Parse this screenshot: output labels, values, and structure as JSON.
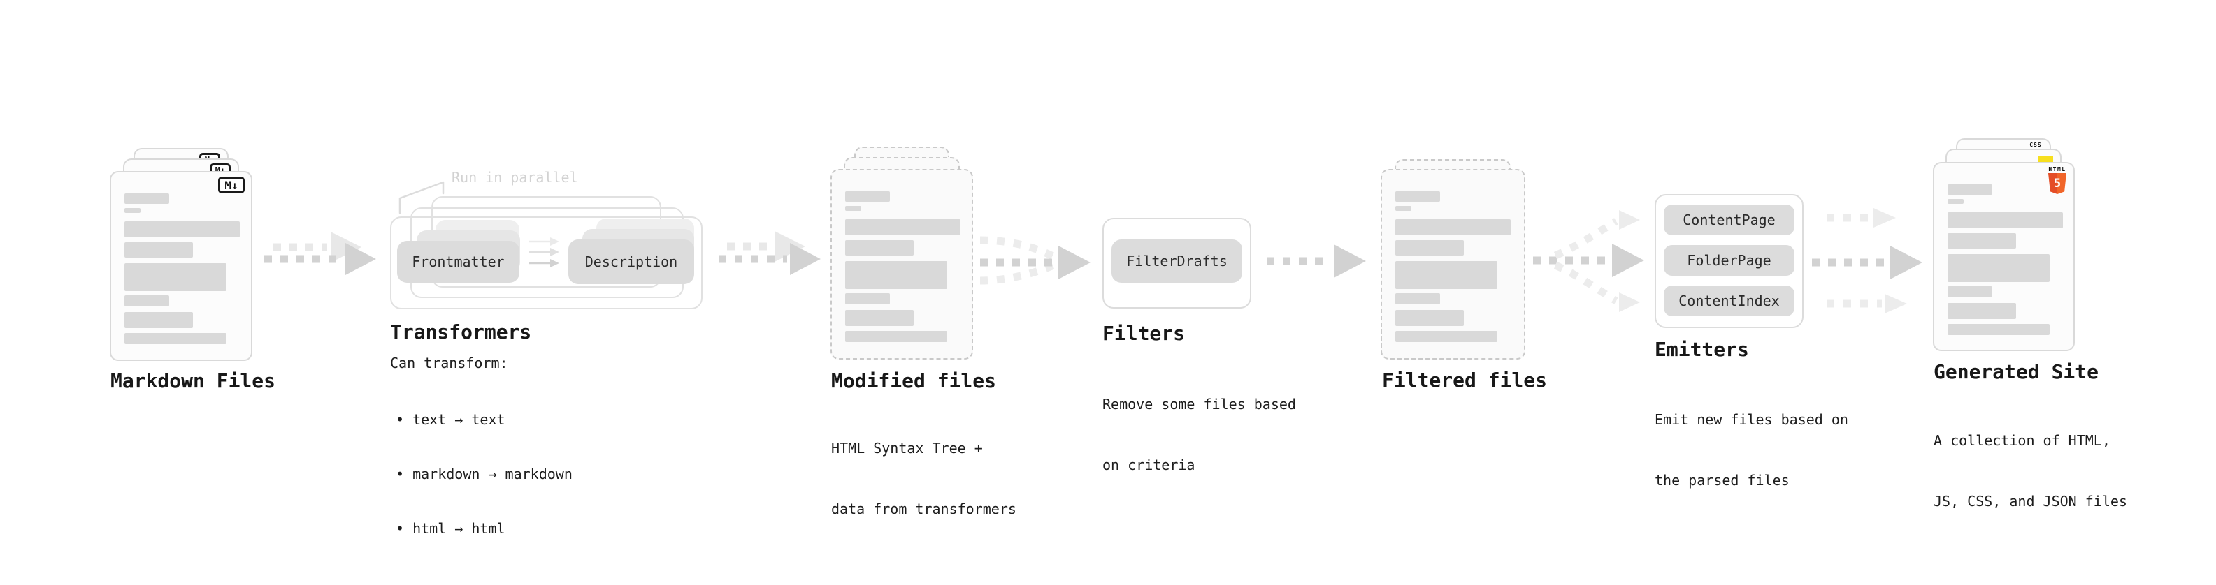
{
  "palette": {
    "card_border": "#d9d9d9",
    "dashed_border": "#c9c9c9",
    "skeleton_bar": "#d9d9d9",
    "pill_bg": "#dcdcdc",
    "arrow_dark": "#d2d2d2",
    "arrow_light": "#e8e8e8",
    "text": "#1a1a1a",
    "annotation_gray": "#d2d2d2",
    "html5_orange": "#e44d26",
    "html5_orange_light": "#f16529",
    "js_yellow": "#f7df1e",
    "css_blue": "#2965f1"
  },
  "stages": {
    "markdown_files": {
      "label": "Markdown Files",
      "badge": "M↓"
    },
    "transformers": {
      "label": "Transformers",
      "annotation": "Run in parallel",
      "pill_from": "Frontmatter",
      "pill_to": "Description",
      "caption_title": "Can transform:",
      "bullets": [
        "• text → text",
        "• markdown → markdown",
        "• html → html"
      ]
    },
    "modified_files": {
      "label": "Modified files",
      "caption": [
        "HTML Syntax Tree +",
        "data from transformers"
      ]
    },
    "filters": {
      "label": "Filters",
      "pill": "FilterDrafts",
      "caption": [
        "Remove some files based",
        "on criteria"
      ]
    },
    "filtered_files": {
      "label": "Filtered files"
    },
    "emitters": {
      "label": "Emitters",
      "pills": [
        "ContentPage",
        "FolderPage",
        "ContentIndex"
      ],
      "caption": [
        "Emit new files based on",
        "the parsed files"
      ]
    },
    "generated_site": {
      "label": "Generated Site",
      "caption": [
        "A collection of HTML,",
        "JS, CSS, and JSON files"
      ],
      "badges": {
        "css_label": "CSS",
        "html_label": "HTML",
        "html_number": "5"
      }
    }
  }
}
